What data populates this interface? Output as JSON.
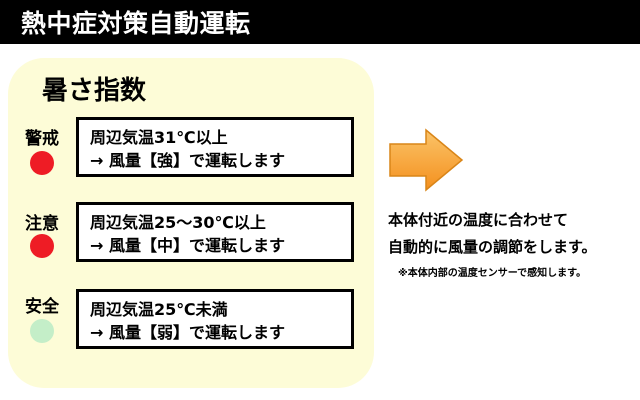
{
  "title": "熱中症対策自動運転",
  "panel": {
    "heading": "暑さ指数",
    "levels": [
      {
        "label": "警戒",
        "dot_color": "#ee1c25",
        "line1": "周辺気温31℃以上",
        "line2": "→ 風量【強】で運転します"
      },
      {
        "label": "注意",
        "dot_color": "#ee1c25",
        "line1": "周辺気温25～30℃以上",
        "line2": "→ 風量【中】で運転します"
      },
      {
        "label": "安全",
        "dot_color": "#c4eec8",
        "line1": "周辺気温25℃未満",
        "line2": "→ 風量【弱】で運転します"
      }
    ]
  },
  "description": {
    "line1": "本体付近の温度に合わせて",
    "line2": "自動的に風量の調節をします。",
    "note": "※本体内部の温度センサーで感知します。"
  },
  "colors": {
    "title_bg": "#000000",
    "panel_bg": "#fdfcd7",
    "arrow_fill": "#f7a035",
    "arrow_stroke": "#d98518"
  },
  "icons": {
    "arrow": "right-arrow-icon"
  }
}
